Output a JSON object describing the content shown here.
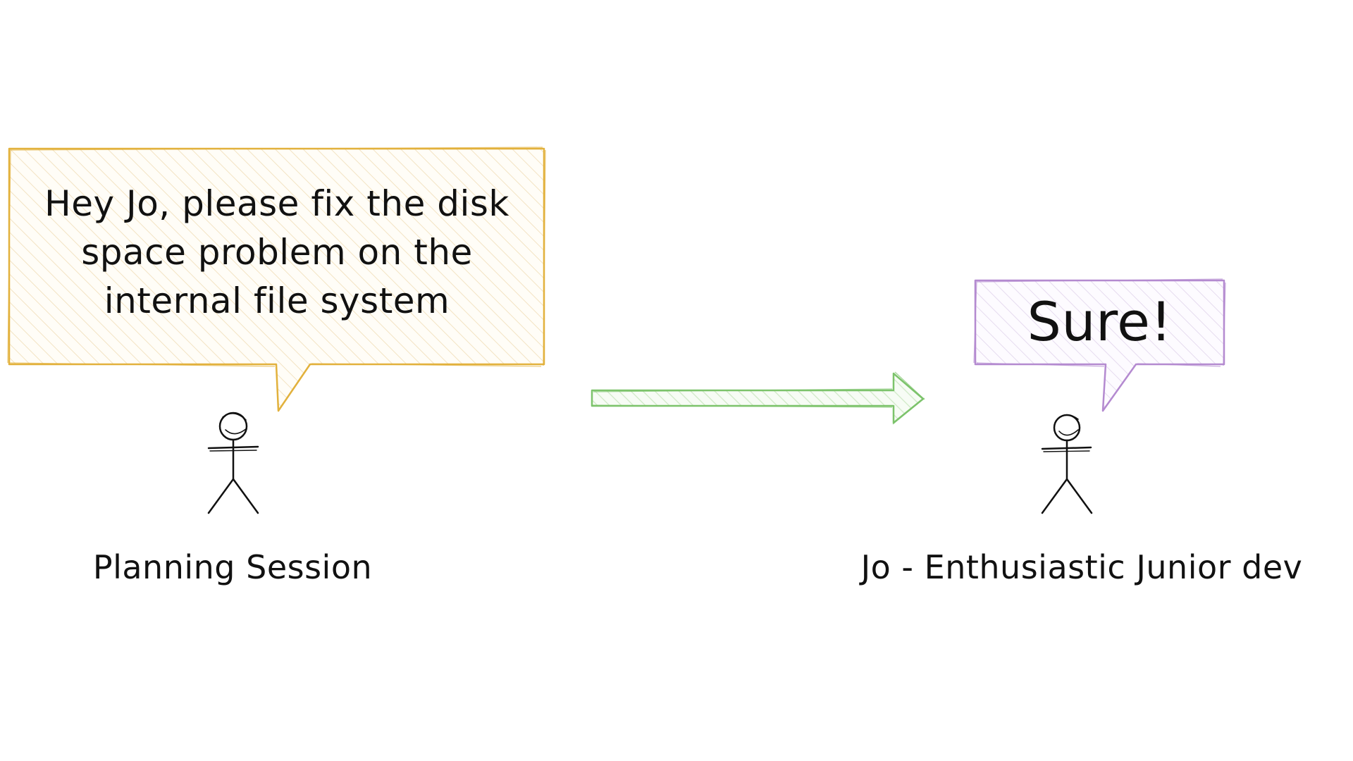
{
  "left_bubble": {
    "text": "Hey Jo, please fix the disk space problem on the internal file system",
    "color": "#e2b13c"
  },
  "right_bubble": {
    "text": "Sure!",
    "color": "#b48ad0"
  },
  "arrow": {
    "color": "#7cc36b"
  },
  "labels": {
    "left": "Planning Session",
    "right": "Jo - Enthusiastic Junior dev"
  },
  "icons": {
    "left_figure": "stick-figure-icon",
    "right_figure": "stick-figure-icon"
  }
}
